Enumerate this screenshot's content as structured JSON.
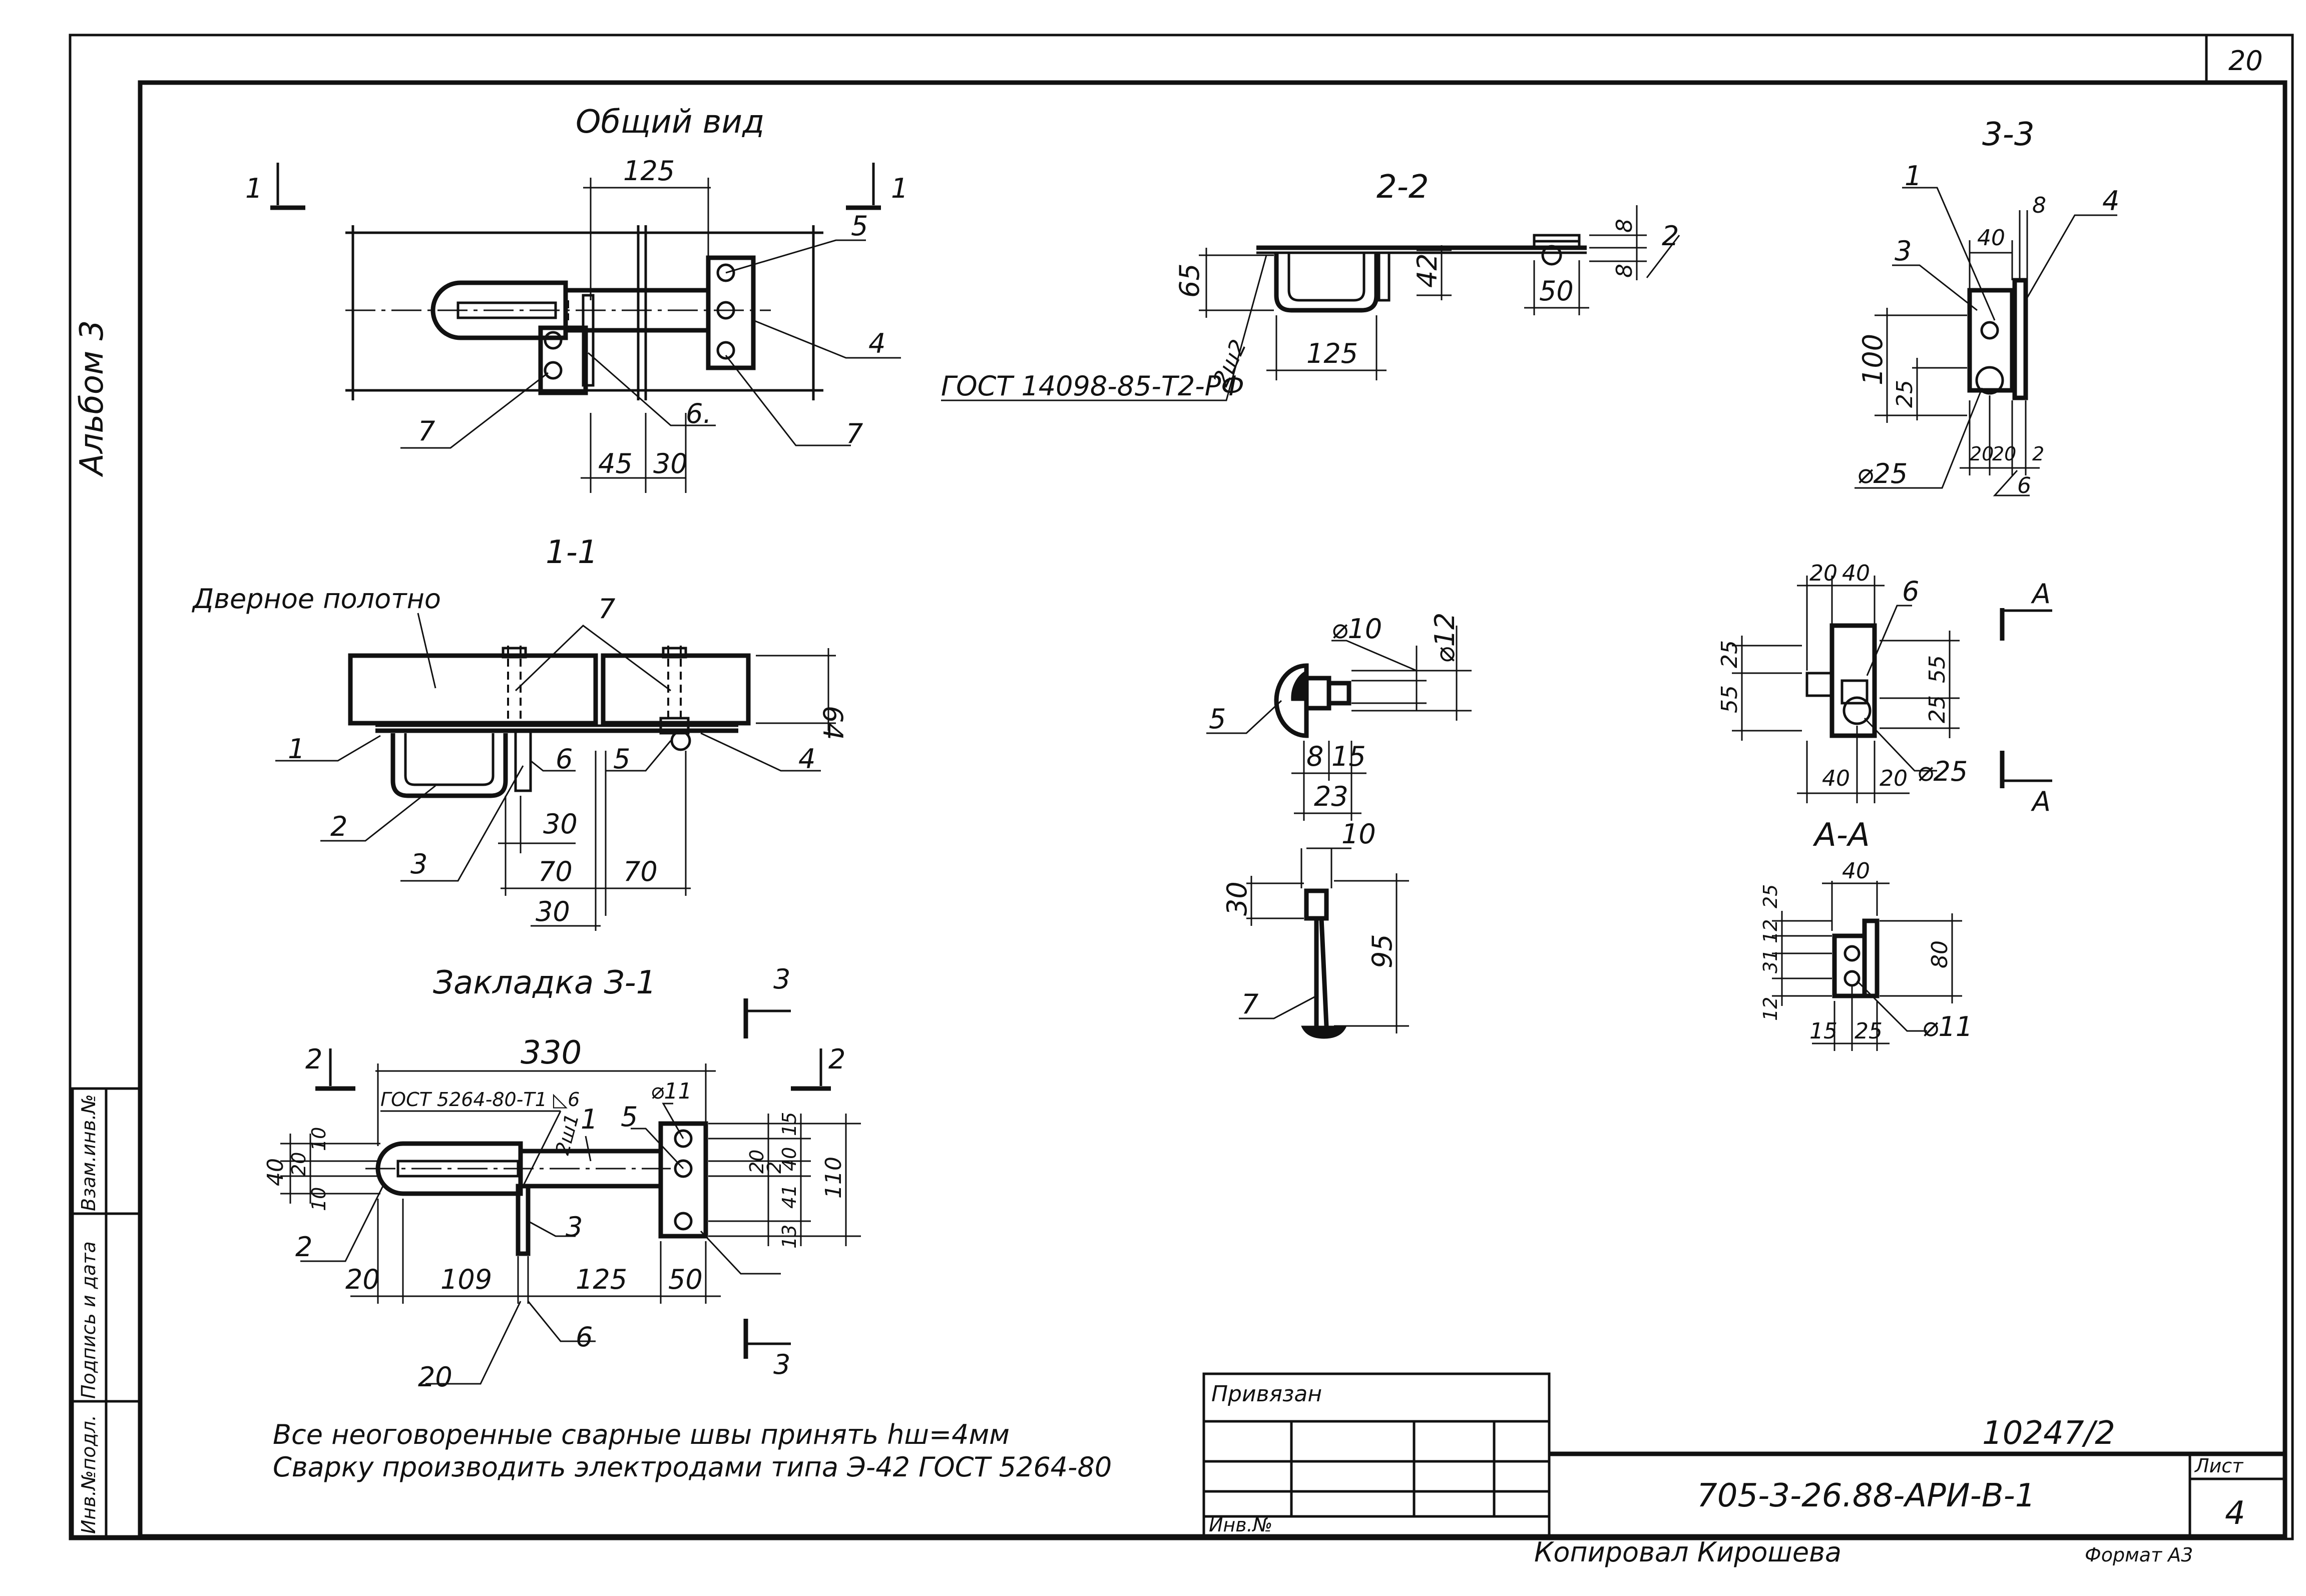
{
  "sheet": {
    "page_number": "20",
    "album": "Альбом 3",
    "copied_by": "Копировал Кирошева",
    "format": "Формат А3"
  },
  "stamp": {
    "side_columns": [
      "Взам.инв.№",
      "Подпись и дата",
      "Инв.№подл."
    ],
    "privyazan": "Привязан",
    "inv_no": "Инв.№",
    "doc_code": "705-3-26.88-АРИ-В-1",
    "ref_no": "10247/2",
    "sheet_label": "Лист",
    "sheet_no": "4"
  },
  "notes": [
    "Все неоговоренные сварные швы принять hш=4мм",
    "Сварку производить электродами типа Э-42 ГОСТ 5264-80"
  ],
  "views": {
    "general": {
      "title": "Общий вид",
      "dims": [
        "125",
        "45",
        "30"
      ],
      "callouts": [
        "5",
        "4",
        "7",
        "7",
        "6."
      ],
      "section_marks": [
        "1",
        "1"
      ]
    },
    "section_1_1": {
      "title": "1-1",
      "door_label": "Дверное полотно",
      "dims": [
        "64",
        "30",
        "70",
        "70",
        "30"
      ],
      "callouts": [
        "7",
        "1",
        "6",
        "5",
        "4",
        "2",
        "3"
      ]
    },
    "section_2_2": {
      "title": "2-2",
      "dims": [
        "65",
        "42",
        "50",
        "125",
        "8",
        "8"
      ],
      "weld": "2ш2",
      "gost": "ГОСТ 14098-85-Т2-РФ",
      "callouts": [
        "2"
      ]
    },
    "section_3_3": {
      "title": "3-3",
      "dims": [
        "40",
        "8",
        "100",
        "25",
        "20",
        "20",
        "2",
        "6"
      ],
      "diameter": "⌀25",
      "callouts": [
        "1",
        "4",
        "3"
      ]
    },
    "part_5": {
      "dims": [
        "⌀10",
        "⌀12",
        "8",
        "15",
        "23"
      ],
      "callouts": [
        "5"
      ]
    },
    "part_6": {
      "dims": [
        "20",
        "40",
        "25",
        "55",
        "55",
        "25",
        "40",
        "20"
      ],
      "diameter": "⌀25",
      "callouts": [
        "6"
      ],
      "section_marks": [
        "А",
        "А"
      ]
    },
    "part_7": {
      "dims": [
        "10",
        "30",
        "95"
      ],
      "callouts": [
        "7"
      ]
    },
    "view_a_a": {
      "title": "А-А",
      "dims": [
        "40",
        "25",
        "12",
        "31",
        "12",
        "80",
        "15",
        "25"
      ],
      "diameter": "⌀11"
    },
    "latch_3_1": {
      "title": "Закладка З-1",
      "gost": "ГОСТ 5264-80-Т1 ◺6",
      "weld": "2ш1",
      "dims": [
        "330",
        "10",
        "20",
        "10",
        "40",
        "15",
        "20",
        "2",
        "40",
        "41",
        "13",
        "110",
        "20",
        "109",
        "125",
        "50",
        "20"
      ],
      "diameter": "⌀11",
      "callouts": [
        "1",
        "5",
        "2",
        "3",
        "6"
      ],
      "section_marks": [
        "2",
        "2",
        "3",
        "3"
      ]
    }
  }
}
